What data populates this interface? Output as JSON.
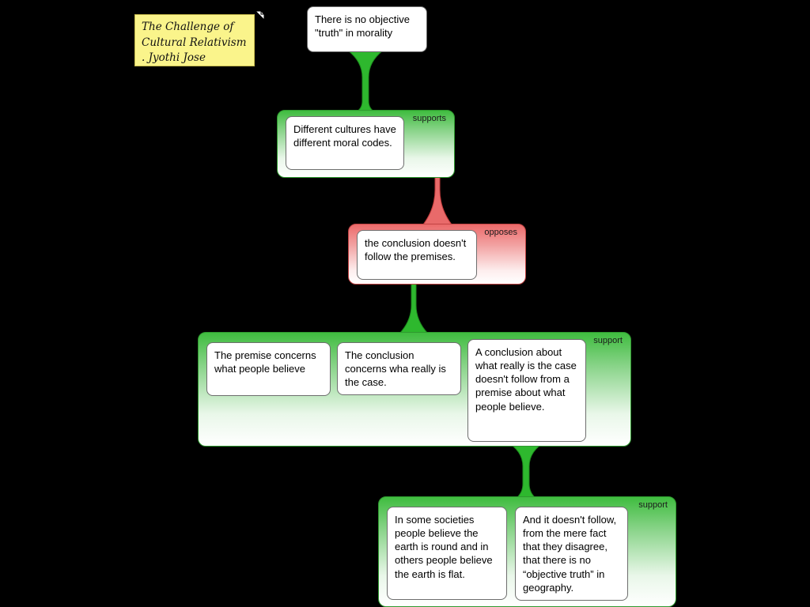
{
  "note": {
    "text": "The Challenge of\nCultural Relativism\n.  Jyothi Jose"
  },
  "main_claim": {
    "text": "There is no objective \"truth\" in morality"
  },
  "groups": [
    {
      "label": "supports",
      "type": "support",
      "boxes": [
        "Different cultures have different moral codes."
      ]
    },
    {
      "label": "opposes",
      "type": "oppose",
      "boxes": [
        "the conclusion doesn't follow the premises."
      ]
    },
    {
      "label": "support",
      "type": "support",
      "boxes": [
        "The premise concerns what people believe",
        "The conclusion concerns wha really is the case.",
        "A conclusion about what really is the case doesn't follow from a premise about what people believe."
      ]
    },
    {
      "label": "support",
      "type": "support",
      "boxes": [
        "In some societies people believe the earth is round and in others people believe the earth is flat.",
        "And it doesn't follow, from the mere fact that they disagree, that there is no “objective truth” in geography."
      ]
    }
  ],
  "colors": {
    "background": "#000000",
    "support_green": "#3fbc3f",
    "oppose_red": "#ec6a6a",
    "note_yellow": "#faf48b",
    "box_white": "#ffffff"
  }
}
